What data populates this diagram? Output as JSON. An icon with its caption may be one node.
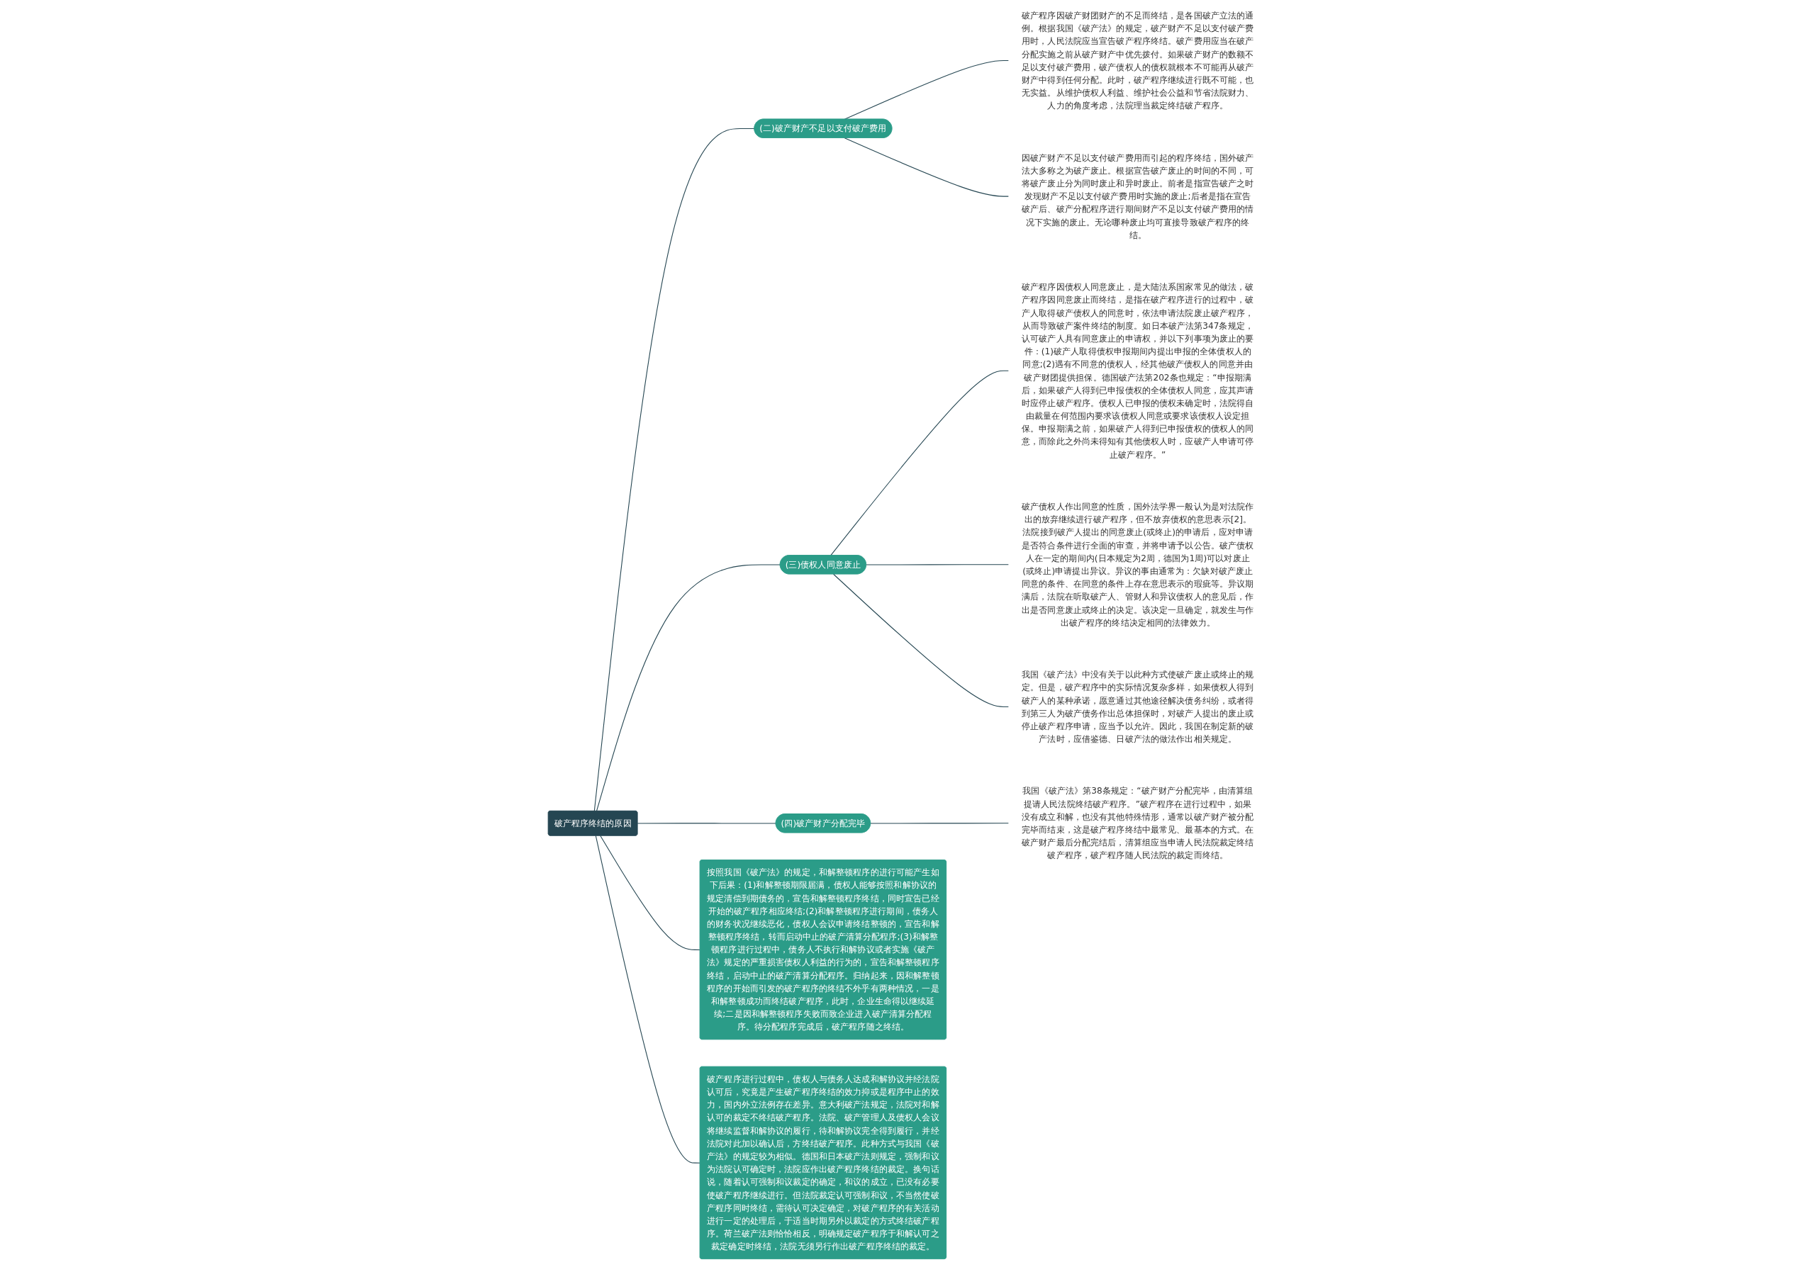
{
  "diagram": {
    "nodes": [
      {
        "text": [
          "破产程序终结的原因"
        ]
      },
      {
        "text": [
          "按照我国《破产法》的规定，和解整顿程序的进行可能产生如下后果：(1)和解整顿期限届满，债权人能够按照和解协议的规定清偿到期债务的，宣告和解整顿程序终结，同时宣告已经开始的破产程序相应终结;(2)和解整顿程序进行期间，债务人的财务状况继续恶化，债权人会议申请终结整顿的，宣告和解整顿程序终结，转而启动中止的破产清算分配程序;(3)和解整顿程序进行过程中，债务人不执行和解协议或者实施《破产法》规定的严重损害债权人利益的行为的，宣告和解整顿程序终结，启动中止的破产清算分配程序。归纳起来，因和解整顿程序的开始而引发的破产程序的终结不外乎有两种情况，一是和解整顿成功而终结破产程序，此时，企业生命得以继续延续;二是因和解整顿程序失败而致企业进入破产清算分配程序。待分配程序完成后，破产程序随之终结。"
        ]
      },
      {
        "text": [
          "破产程序进行过程中，债权人与债务人达成和解协议并经法院认可后，究竟是产生破产程序终结的效力抑或是程序中止的效力，国内外立法例存在差异。意大利破产法规定，法院对和解认可的裁定不终结破产程序。法院、破产管理人及债权人会议将继续监督和解协议的履行，待和解协议完全得到履行，并经法院对此加以确认后，方终结破产程序。此种方式与我国《破产法》的规定较为相似。德国和日本破产法则规定，强制和议为法院认可确定时，法院应作出破产程序终结的裁定。换句话说，随着认可强制和议裁定的确定，和议的成立，已没有必要使破产程序继续进行。但法院裁定认可强制和议，不当然使破产程序同时终结，需待认可决定确定，对破产程序的有关活动进行一定的处理后，于适当时期另外以裁定的方式终结破产程序。荷兰破产法则恰恰相反，明确规定破产程序于和解认可之裁定确定时终结，法院无须另行作出破产程序终结的裁定。"
        ]
      },
      {
        "text": [
          "(二)破产财产不足以支付破产费用"
        ]
      },
      {
        "text": [
          "破产程序因破产财团财产的不足而终结，是各国破产立法的通例。根据我国《破产法》的规定，破产财产不足以支付破产费用时，人民法院应当宣告破产程序终结。破产费用应当在破产分配实施之前从破产财产中优先拨付。如果破产财产的数额不足以支付破产费用，破产债权人的债权就根本不可能再从破产财产中得到任何分配。此时，破产程序继续进行既不可能，也无实益。从维护债权人利益、维护社会公益和节省法院财力、人力的角度考虑，法院理当裁定终结破产程序。"
        ]
      },
      {
        "text": [
          "因破产财产不足以支付破产费用而引起的程序终结，国外破产法大多称之为破产废止。根据宣告破产废止的时间的不同，可将破产废止分为同时废止和异时废止。前者是指宣告破产之时发现财产不足以支付破产费用时实施的废止;后者是指在宣告破产后、破产分配程序进行期间财产不足以支付破产费用的情况下实施的废止。无论哪种废止均可直接导致破产程序的终结。"
        ]
      },
      {
        "text": [
          "(三)债权人同意废止"
        ]
      },
      {
        "text": [
          "破产程序因债权人同意废止，是大陆法系国家常见的做法，破产程序因同意废止而终结，是指在破产程序进行的过程中，破产人取得破产债权人的同意时，依法申请法院废止破产程序，从而导致破产案件终结的制度。如日本破产法第347条规定，认可破产人具有同意废止的申请权，并以下列事项为废止的要件：(1)破产人取得债权申报期间内提出申报的全体债权人的同意;(2)遇有不同意的债权人，经其他破产债权人的同意并由破产财团提供担保。德国破产法第202条也规定：“申报期满后，如果破产人得到已申报债权的全体债权人同意，应其声请时应停止破产程序。债权人已申报的债权未确定时，法院得自由裁量在何范围内要求该债权人同意或要求该债权人设定担保。申报期满之前，如果破产人得到已申报债权的债权人的同意，而除此之外尚未得知有其他债权人时，应破产人申请可停止破产程序。”"
        ]
      },
      {
        "text": [
          "破产债权人作出同意的性质，国外法学界一般认为是对法院作出的放弃继续进行破产程序，但不放弃债权的意思表示[2]。法院接到破产人提出的同意废止(或终止)的申请后，应对申请是否符合条件进行全面的审查，并将申请予以公告。破产债权人在一定的期间内(日本规定为2周，德国为1周)可以对废止(或终止)申请提出异议。异议的事由通常为：欠缺对破产废止同意的条件、在同意的条件上存在意思表示的瑕疵等。异议期满后，法院在听取破产人、管财人和异议债权人的意见后，作出是否同意废止或终止的决定。该决定一旦确定，就发生与作出破产程序的终结决定相同的法律效力。"
        ]
      },
      {
        "text": [
          "我国《破产法》中没有关于以此种方式使破产废止或终止的规定。但是，破产程序中的实际情况复杂多样，如果债权人得到破产人的某种承诺，愿意通过其他途径解决债务纠纷，或者得到第三人为破产债务作出总体担保时，对破产人提出的废止或停止破产程序申请，应当予以允许。因此，我国在制定新的破产法时，应借鉴德、日破产法的做法作出相关规定。"
        ]
      },
      {
        "text": [
          "(四)破产财产分配完毕"
        ]
      },
      {
        "text": [
          "我国《破产法》第38条规定：“破产财产分配完毕，由清算组提请人民法院终结破产程序。”破产程序在进行过程中，如果没有成立和解，也没有其他特殊情形，通常以破产财产被分配完毕而结束，这是破产程序终结中最常见、最基本的方式。在破产财产最后分配完结后，清算组应当申请人民法院裁定终结破产程序，破产程序随人民法院的裁定而终结。"
        ]
      }
    ],
    "edges": [
      {
        "from": 0,
        "to": 1,
        "arrow": "none"
      },
      {
        "from": 0,
        "to": 2,
        "arrow": "none"
      },
      {
        "from": 0,
        "to": 3,
        "arrow": "none"
      },
      {
        "from": 3,
        "to": 4,
        "arrow": "none"
      },
      {
        "from": 3,
        "to": 5,
        "arrow": "none"
      },
      {
        "from": 0,
        "to": 6,
        "arrow": "none"
      },
      {
        "from": 6,
        "to": 7,
        "arrow": "none"
      },
      {
        "from": 6,
        "to": 8,
        "arrow": "none"
      },
      {
        "from": 6,
        "to": 9,
        "arrow": "none"
      },
      {
        "from": 0,
        "to": 10,
        "arrow": "none"
      },
      {
        "from": 10,
        "to": 11,
        "arrow": "none"
      }
    ]
  }
}
